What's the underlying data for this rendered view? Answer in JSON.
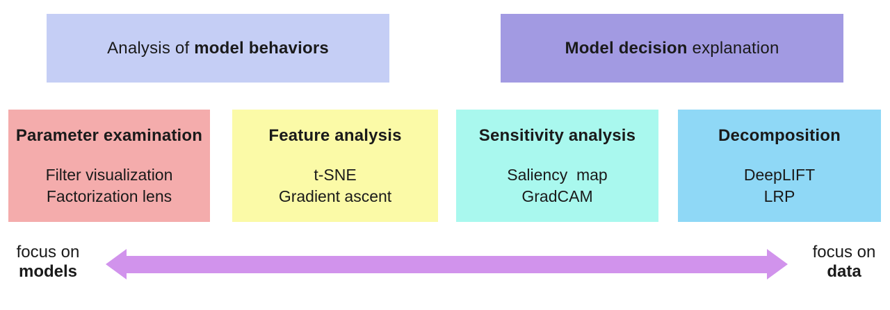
{
  "canvas": {
    "background": "#ffffff",
    "text_color": "#1a1a1a"
  },
  "headers": [
    {
      "prefix": "Analysis of ",
      "bold": "model behaviors",
      "suffix": "",
      "bg": "#c5cef5"
    },
    {
      "prefix": "",
      "bold": "Model decision",
      "suffix": " explanation",
      "bg": "#a29ae2"
    }
  ],
  "categories": [
    {
      "title": "Parameter examination",
      "items": [
        "Filter visualization",
        "Factorization lens"
      ],
      "bg": "#f4acac"
    },
    {
      "title": "Feature analysis",
      "items": [
        "t-SNE",
        "Gradient ascent"
      ],
      "bg": "#fbfaa7"
    },
    {
      "title": "Sensitivity analysis",
      "items": [
        "Saliency  map",
        "GradCAM"
      ],
      "bg": "#a9f8ee"
    },
    {
      "title": "Decomposition",
      "items": [
        "DeepLIFT",
        "LRP"
      ],
      "bg": "#8fd8f6"
    }
  ],
  "axis": {
    "left_label_line1": "focus on",
    "left_label_line2": "models",
    "right_label_line1": "focus on",
    "right_label_line2": "data",
    "arrow_color": "#d193ec"
  }
}
